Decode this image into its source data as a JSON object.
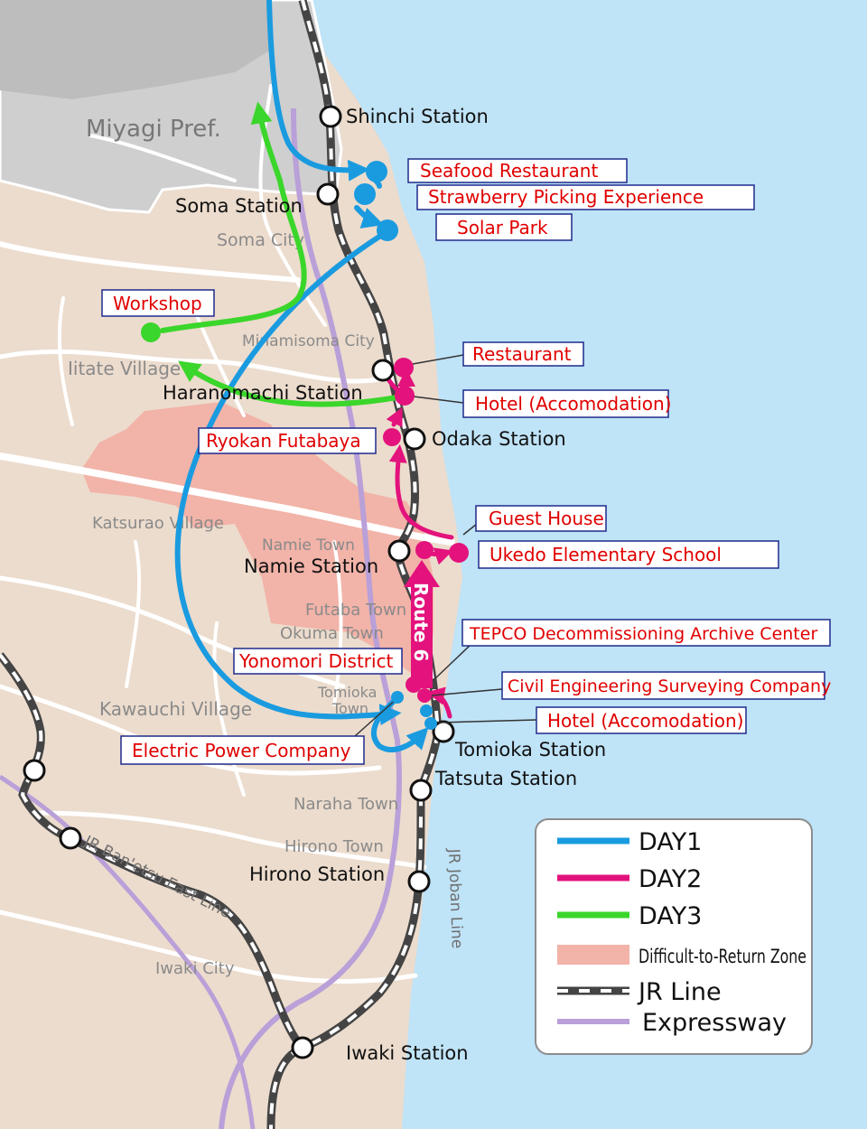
{
  "colors": {
    "sea": "#bfe3f7",
    "land": "#ecdccd",
    "miyagi": "#cfcfcf",
    "restricted_zone": "#f2b3a8",
    "day1": "#1a9be0",
    "day2": "#e3127c",
    "day3": "#3bd62b",
    "expressway": "#b9a0d8",
    "rail_dark": "#444444",
    "label_red": "#e00000"
  },
  "regions": {
    "miyagi": "Miyagi Pref.",
    "soma_city": "Soma City",
    "minamisoma_city": "Minamisoma City",
    "iitate": "Iitate Village",
    "katsurao": "Katsurao Village",
    "namie_town": "Namie Town",
    "futaba_town": "Futaba Town",
    "okuma_town": "Okuma Town",
    "tomioka_town_1": "Tomioka",
    "tomioka_town_2": "Town",
    "kawauchi": "Kawauchi Village",
    "naraha": "Naraha Town",
    "hirono_town": "Hirono Town",
    "iwaki_city": "Iwaki City"
  },
  "stations": {
    "shinchi": "Shinchi Station",
    "soma": "Soma Station",
    "haranomachi": "Haranomachi Station",
    "odaka": "Odaka Station",
    "namie": "Namie Station",
    "tomioka": "Tomioka Station",
    "tatsuta": "Tatsuta Station",
    "hirono": "Hirono Station",
    "iwaki": "Iwaki Station"
  },
  "lines": {
    "banetsu": "JR Ban'etsu East Line",
    "joban": "JR Joban Line",
    "route6": "Route 6"
  },
  "poi": {
    "seafood": "Seafood Restaurant",
    "strawberry": "Strawberry Picking Experience",
    "solar": "Solar Park",
    "workshop": "Workshop",
    "restaurant": "Restaurant",
    "hotel_1": "Hotel (Accomodation)",
    "ryokan": "Ryokan Futabaya",
    "guesthouse": "Guest House",
    "ukedo": "Ukedo Elementary School",
    "tepco": "TEPCO Decommissioning Archive Center",
    "yonomori": "Yonomori District",
    "civil": "Civil Engineering Surveying Company",
    "hotel_2": "Hotel (Accomodation)",
    "electric": "Electric Power Company"
  },
  "legend": {
    "day1": "DAY1",
    "day2": "DAY2",
    "day3": "DAY3",
    "zone": "Difficult-to-Return Zone",
    "jr": "JR Line",
    "expressway": "Expressway"
  }
}
